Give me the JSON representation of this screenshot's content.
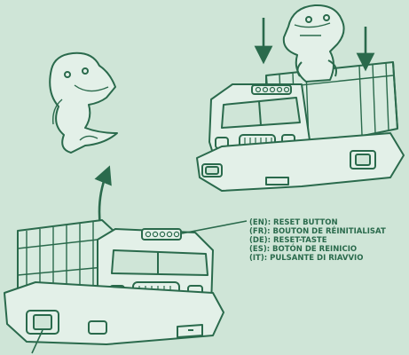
{
  "labels": [
    "(EN): RESET BUTTON",
    "(FR): BOUTON DE RÉINITIALISAT",
    "(DE): RESET-TASTE",
    "(ES): BOTÓN DE REINICIO",
    "(IT): PULSANTE DI RIAVVIO"
  ],
  "colors": {
    "background": "#cfe5d7",
    "ink": "#2a6a4c",
    "fill": "#e3f0e8"
  },
  "icons": {
    "arrow_up": "arrow-up-icon",
    "arrow_down": "arrow-down-icon"
  }
}
